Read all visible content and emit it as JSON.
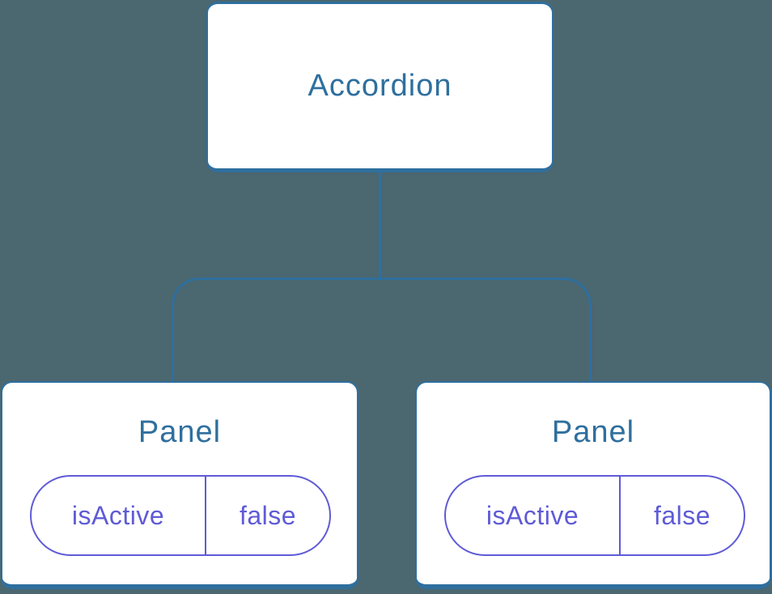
{
  "diagram": {
    "root": {
      "label": "Accordion"
    },
    "children": [
      {
        "title": "Panel",
        "state": {
          "key": "isActive",
          "value": "false"
        }
      },
      {
        "title": "Panel",
        "state": {
          "key": "isActive",
          "value": "false"
        }
      }
    ]
  },
  "colors": {
    "background": "#4B6770",
    "node_border_and_text": "#2F6F9E",
    "state_pill": "#5F5BD6",
    "node_fill": "#FFFFFF"
  }
}
